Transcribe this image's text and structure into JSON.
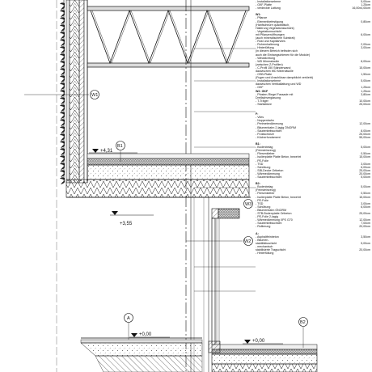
{
  "levels": {
    "upper_elev": "+4,31",
    "mid_elev": "+3,55",
    "bottom_left_elev": "+0,00",
    "bottom_right_elev": "+0,00"
  },
  "markers": {
    "w1": "W1",
    "w2": "W2",
    "w3": "W3",
    "b1": "B1",
    "b2": "B2",
    "a": "A"
  },
  "spec_rows": [
    {
      "t": "- Installationsebene",
      "v": "5,00cm"
    },
    {
      "t": "- GKF-Platte",
      "v": "1,25cm"
    },
    {
      "t": "- verdeckte Lattung",
      "v": "16,00x4,00cm"
    },
    {
      "gap": true
    },
    {
      "t": "W1:",
      "v": "",
      "head": true
    },
    {
      "t": "- Pflanze",
      "v": ""
    },
    {
      "t": "- Elementbefestigung",
      "v": "0,80cm"
    },
    {
      "t": "  (Hanfschnüre quadratisch,",
      "v": ""
    },
    {
      "t": "  Halterung Vegetationsschicht)",
      "v": ""
    },
    {
      "t": "- Vegetationsschicht",
      "v": ""
    },
    {
      "t": "  mit Pflanzenöffnungen",
      "v": "6,00cm"
    },
    {
      "t": "  (auch mineralischem Substrat)",
      "v": ""
    },
    {
      "t": "- Rost und Kapillarvlies",
      "v": ""
    },
    {
      "t": "- Rohrenhalterung",
      "v": "2,00cm"
    },
    {
      "t": "- Hinterlüftung",
      "v": "3,00cm"
    },
    {
      "t": "  (in diesem Bereich befinden sich",
      "v": ""
    },
    {
      "t": "  auch die Einhangschienen für die Module)",
      "v": ""
    },
    {
      "t": "- Winddichtung",
      "v": ""
    },
    {
      "t": "- WD Mineralwolle",
      "v": "8,00cm"
    },
    {
      "t": "  (zwischen Z-Profilen)",
      "v": ""
    },
    {
      "t": "- C-Profil 150 Ständerwand",
      "v": "15,00cm"
    },
    {
      "t": "  dazwischen WD Mineralwolle",
      "v": ""
    },
    {
      "t": "- OSB-Platte",
      "v": "1,50cm"
    },
    {
      "t": "  (Fugen und Anschlüsse dampfdicht verklebt)",
      "v": ""
    },
    {
      "t": "- Installationsebene",
      "v": "5,00cm"
    },
    {
      "t": "  dazwischen Vertikallattung und WD",
      "v": ""
    },
    {
      "t": "- GKF",
      "v": "1,25cm"
    },
    {
      "t": "W2: GKF",
      "v": "1,25cm",
      "head": true
    },
    {
      "t": "- Pfosten-Riegel Fassade mit",
      "v": "3,80cm"
    },
    {
      "t": "  Dreifachverglasung",
      "v": ""
    },
    {
      "t": "- T-Träger",
      "v": "10,00cm"
    },
    {
      "t": "- Stahlstütze",
      "v": "25,00cm"
    },
    {
      "gap": true
    },
    {
      "gap": true
    },
    {
      "t": "F:",
      "v": "",
      "head": true
    },
    {
      "t": "- Vlies",
      "v": ""
    },
    {
      "t": "- Noppenbahn",
      "v": ""
    },
    {
      "t": "- Perimeterdämmung",
      "v": "12,00cm"
    },
    {
      "t": "- Bitumenbahn 2-lagig ÖNORM",
      "v": ""
    },
    {
      "t": "- Sauberkeitsschicht",
      "v": "8,00cm"
    },
    {
      "t": "- Frostschürze",
      "v": "25,00cm"
    },
    {
      "t": "- Köcherfundament",
      "v": "55,00cm"
    },
    {
      "gap": true
    },
    {
      "t": "B1:",
      "v": "",
      "head": true
    },
    {
      "t": "- Bodenbelag",
      "v": "5,00cm"
    },
    {
      "t": "  (Feinsteinzeug)",
      "v": ""
    },
    {
      "t": "- Fliesenkleber",
      "v": "0,50cm"
    },
    {
      "t": "- Isolierplatte Platte Beton, bewehrt",
      "v": "15,00cm"
    },
    {
      "t": "- PE-Folie",
      "v": ""
    },
    {
      "t": "- TSD",
      "v": "3,00cm"
    },
    {
      "t": "- Schüttung",
      "v": "6,00cm"
    },
    {
      "t": "- SIB-Decke Ortbeton",
      "v": "25,00cm"
    },
    {
      "t": "- Wärmedämmung",
      "v": "20,00cm"
    },
    {
      "t": "- Sauberkeitsschicht",
      "v": "5,00cm"
    },
    {
      "gap": true
    },
    {
      "t": "B2:",
      "v": "",
      "head": true
    },
    {
      "t": "- Bodenbelag",
      "v": "5,00cm"
    },
    {
      "t": "  (Feinsteinzeug)",
      "v": ""
    },
    {
      "t": "- Fliesenkleber",
      "v": "0,50cm"
    },
    {
      "t": "- Isolierplatte Platte Beton, bewehrt",
      "v": "15,00cm"
    },
    {
      "t": "- PE-Folie",
      "v": ""
    },
    {
      "t": "- TSD",
      "v": "3,00cm"
    },
    {
      "t": "- Schüttung",
      "v": "6,00cm"
    },
    {
      "t": "- Bitumenbahn ÖNORM",
      "v": ""
    },
    {
      "t": "- STB-Bodenplatte Ortbeton",
      "v": "25,00cm"
    },
    {
      "t": "- PE-Folie 2-lagig",
      "v": ""
    },
    {
      "t": "- Wärmedämmung XPS G70",
      "v": "12,00cm"
    },
    {
      "t": "- Sauberkeitsschicht",
      "v": "7,00cm"
    },
    {
      "t": "- Rollierung",
      "v": "20,00cm"
    },
    {
      "gap": true
    },
    {
      "t": "A:",
      "v": "",
      "head": true
    },
    {
      "t": "- Asphaltfeinbeton",
      "v": "3,50cm"
    },
    {
      "t": "- Bitumen-",
      "v": ""
    },
    {
      "t": "  stabilitätsschicht",
      "v": "5,00cm"
    },
    {
      "t": "- mechanisch",
      "v": ""
    },
    {
      "t": "  stabilisierte Tragschicht",
      "v": "20,00cm"
    },
    {
      "t": "- Hinterfüllung",
      "v": ""
    }
  ]
}
